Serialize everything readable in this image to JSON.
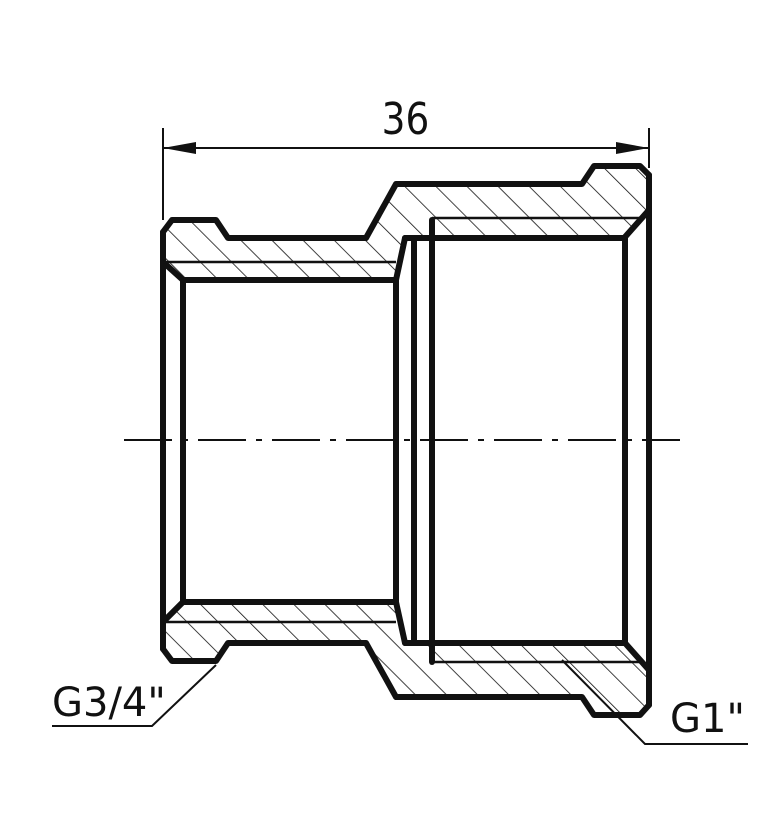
{
  "dimensions": {
    "overall_length": "36"
  },
  "thread_labels": {
    "small_end": "G3/4\"",
    "large_end": "G1\""
  }
}
